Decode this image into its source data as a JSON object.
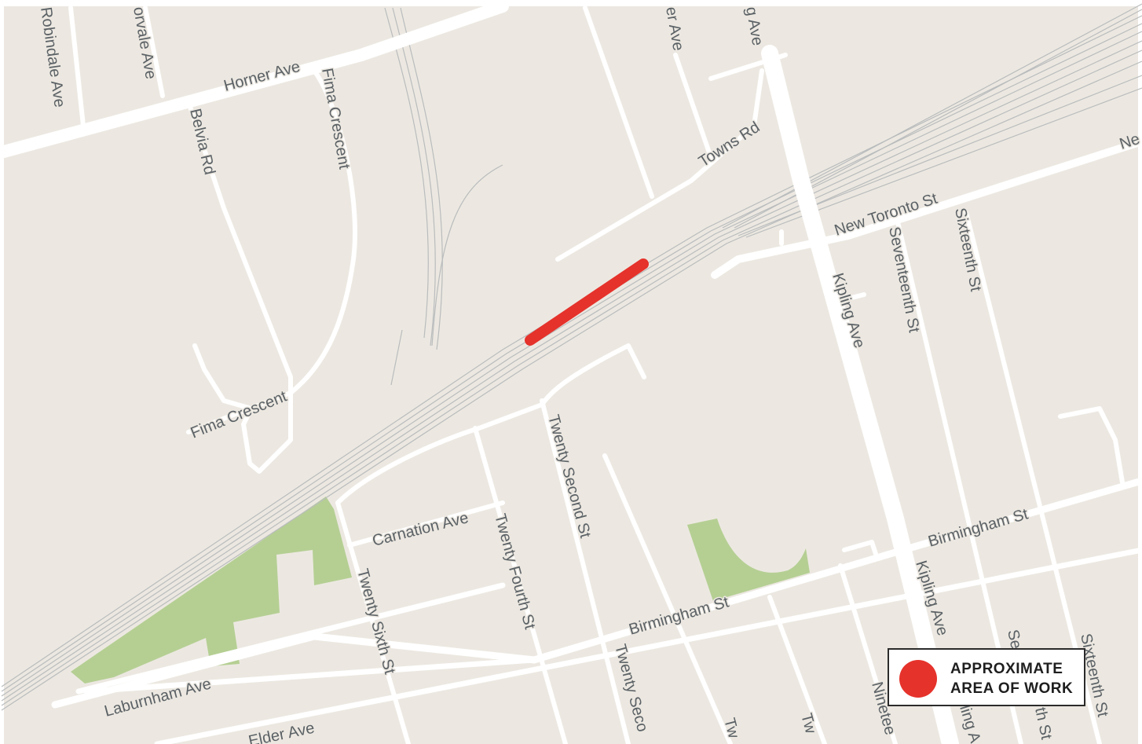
{
  "colors": {
    "land": "#ece8e1",
    "road": "#ffffff",
    "rail": "#b9bcbd",
    "park": "#b5cf93",
    "label": "#5b6165",
    "work_area": "#e5322b"
  },
  "streets": {
    "robindale": "Robindale Ave",
    "orvale": "orvale Ave",
    "horner": "Horner Ave",
    "belvia": "Belvia Rd",
    "fima_crescent_north": "Fima Crescent",
    "fima_crescent_south": "Fima Crescent",
    "er_ave": "er Ave",
    "g_ave": "g Ave",
    "towns_rd": "Towns Rd",
    "ne": "Ne",
    "new_toronto": "New Toronto St",
    "kipling_north": "Kipling Ave",
    "seventeenth": "Seventeenth St",
    "sixteenth_north": "Sixteenth St",
    "twenty_second_north": "Twenty Second St",
    "carnation": "Carnation Ave",
    "twenty_fourth": "Twenty Fourth St",
    "twenty_sixth": "Twenty Sixth St",
    "birmingham_east": "Birmingham St",
    "birmingham_west": "Birmingham St",
    "kipling_south": "Kipling Ave",
    "laburnham": "Laburnham Ave",
    "elder": "Elder Ave",
    "twenty_second_south": "Twenty Seco",
    "tw1": "Tw",
    "tw2": "Tw",
    "ninetee": "Ninetee",
    "se": "Se",
    "th_st": "th St",
    "sixteenth_south": "Sixteenth St",
    "ling": "ling A"
  },
  "work_segment": {
    "description_line1": "APPROXIMATE",
    "description_line2": "AREA OF WORK"
  },
  "legend": {
    "line1": "APPROXIMATE",
    "line2": "AREA OF WORK",
    "marker": "red-circle"
  }
}
